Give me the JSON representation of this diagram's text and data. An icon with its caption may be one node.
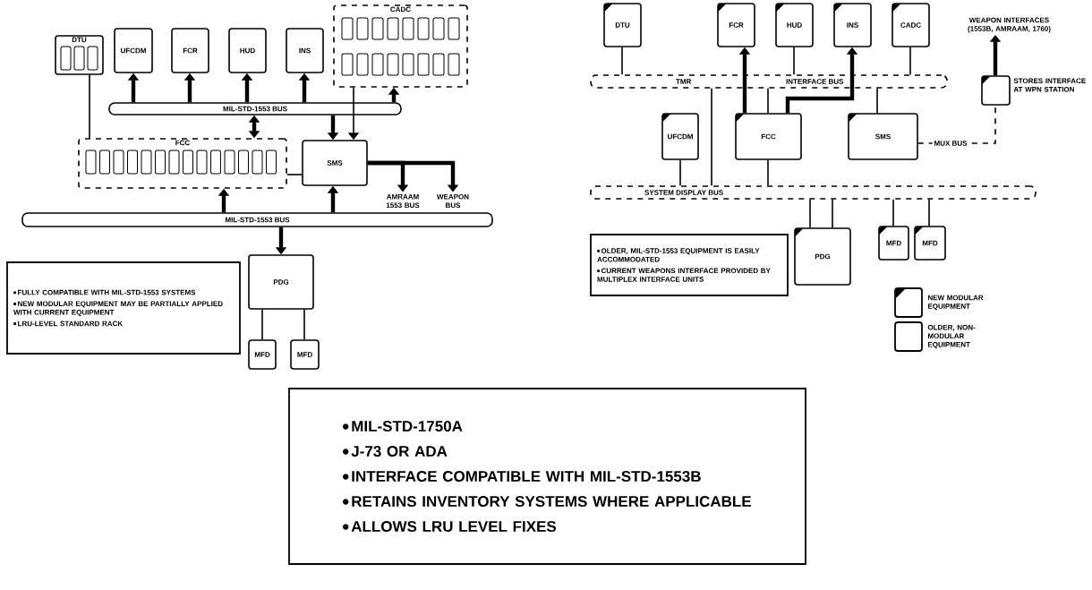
{
  "diagram": {
    "nodes": [
      {
        "text": [
          "DTU"
        ]
      },
      {
        "text": [
          "UFCDM"
        ]
      },
      {
        "text": [
          "FCR"
        ]
      },
      {
        "text": [
          "HUD"
        ]
      },
      {
        "text": [
          "INS"
        ]
      },
      {
        "text": [
          "CADC"
        ]
      },
      {
        "text": [
          "MIL-STD-1553 BUS"
        ]
      },
      {
        "text": [
          "FCC"
        ]
      },
      {
        "text": [
          "SMS"
        ]
      },
      {
        "text": [
          "AMRAAM 1553 BUS"
        ]
      },
      {
        "text": [
          "WEAPON BUS"
        ]
      },
      {
        "text": [
          "MIL-STD-1553 BUS"
        ]
      },
      {
        "text": [
          "FULLY COMPATIBLE WITH MIL-STD-1553 SYSTEMS",
          "NEW MODULAR EQUIPMENT MAY BE PARTIALLY APPLIED WITH CURRENT EQUIPMENT",
          "LRU-LEVEL STANDARD RACK"
        ]
      },
      {
        "text": [
          "PDG"
        ]
      },
      {
        "text": [
          "MFD"
        ]
      },
      {
        "text": [
          "MFD"
        ]
      },
      {
        "text": [
          "DTU"
        ]
      },
      {
        "text": [
          "FCR"
        ]
      },
      {
        "text": [
          "HUD"
        ]
      },
      {
        "text": [
          "INS"
        ]
      },
      {
        "text": [
          "CADC"
        ]
      },
      {
        "text": [
          "WEAPON INTERFACES (1553B, AMRAAM, 1760)"
        ]
      },
      {
        "text": [
          "TMR",
          "INTERFACE BUS"
        ]
      },
      {
        "text": [],
        "shape": "box",
        "beside": [
          "STORES INTERFACE AT WPN STATION"
        ]
      },
      {
        "text": [
          "UFCDM"
        ]
      },
      {
        "text": [
          "FCC"
        ]
      },
      {
        "text": [
          "SMS"
        ]
      },
      {
        "text": [
          "SYSTEM DISPLAY BUS"
        ]
      },
      {
        "text": [
          "OLDER, MIL-STD-1553 EQUIPMENT IS EASILY ACCOMMODATED",
          "CURRENT WEAPONS INTERFACE PROVIDED BY MULTIPLEX INTERFACE UNITS"
        ]
      },
      {
        "text": [
          "PDG"
        ]
      },
      {
        "text": [
          "MFD"
        ]
      },
      {
        "text": [
          "MFD"
        ]
      },
      {
        "text": [
          "MIL-STD-1750A",
          "J-73 OR ADA",
          "INTERFACE COMPATIBLE WITH MIL-STD-1553B",
          "RETAINS INVENTORY SYSTEMS WHERE APPLICABLE",
          "ALLOWS LRU LEVEL FIXES"
        ]
      }
    ],
    "edges": [
      {
        "from": 6,
        "to": 1,
        "arrow": "to",
        "style": "thick"
      },
      {
        "from": 6,
        "to": 2,
        "arrow": "to",
        "style": "thick"
      },
      {
        "from": 6,
        "to": 3,
        "arrow": "to",
        "style": "thick"
      },
      {
        "from": 6,
        "to": 4,
        "arrow": "to",
        "style": "thick"
      },
      {
        "from": 6,
        "to": 5,
        "arrow": "to",
        "style": "thick"
      },
      {
        "from": 6,
        "to": 8,
        "arrow": "to",
        "style": "thick"
      },
      {
        "from": 6,
        "to": 7,
        "arrow": "both",
        "style": "thick"
      },
      {
        "from": 11,
        "to": 7,
        "arrow": "to",
        "style": "thick"
      },
      {
        "from": 11,
        "to": 8,
        "arrow": "to",
        "style": "thick"
      },
      {
        "from": 11,
        "to": 13,
        "arrow": "to",
        "style": "thick"
      },
      {
        "from": 8,
        "to": 9,
        "arrow": "to",
        "style": "thick"
      },
      {
        "from": 8,
        "to": 10,
        "arrow": "to",
        "style": "thick"
      },
      {
        "from": 0,
        "to": 7,
        "arrow": "none"
      },
      {
        "from": 5,
        "to": 8,
        "arrow": "to"
      },
      {
        "from": 7,
        "to": 8,
        "arrow": "none"
      },
      {
        "from": 13,
        "to": 14,
        "arrow": "none"
      },
      {
        "from": 13,
        "to": 15,
        "arrow": "none"
      },
      {
        "from": 16,
        "to": 22,
        "arrow": "none"
      },
      {
        "from": 18,
        "to": 22,
        "arrow": "none"
      },
      {
        "from": 20,
        "to": 22,
        "arrow": "none"
      },
      {
        "from": 25,
        "to": 17,
        "arrow": "to",
        "style": "thick"
      },
      {
        "from": 25,
        "to": 19,
        "arrow": "to",
        "style": "thick"
      },
      {
        "from": 25,
        "to": 22,
        "arrow": "none"
      },
      {
        "from": 24,
        "to": 27,
        "arrow": "none"
      },
      {
        "from": 25,
        "to": 27,
        "arrow": "none"
      },
      {
        "from": 22,
        "to": 27,
        "arrow": "none"
      },
      {
        "from": 26,
        "to": 22,
        "arrow": "none"
      },
      {
        "from": 26,
        "to": 23,
        "arrow": "none",
        "style": "dashed",
        "label": "MUX BUS"
      },
      {
        "from": 23,
        "to": 21,
        "arrow": "to",
        "style": "thick"
      },
      {
        "from": 29,
        "to": 27,
        "arrow": "none"
      },
      {
        "from": 29,
        "to": 27,
        "arrow": "none"
      },
      {
        "from": 30,
        "to": 27,
        "arrow": "none"
      },
      {
        "from": 31,
        "to": 27,
        "arrow": "none"
      }
    ],
    "legend": [
      {
        "text": "NEW MODULAR EQUIPMENT"
      },
      {
        "text": "OLDER, NON-MODULAR EQUIPMENT"
      }
    ]
  }
}
